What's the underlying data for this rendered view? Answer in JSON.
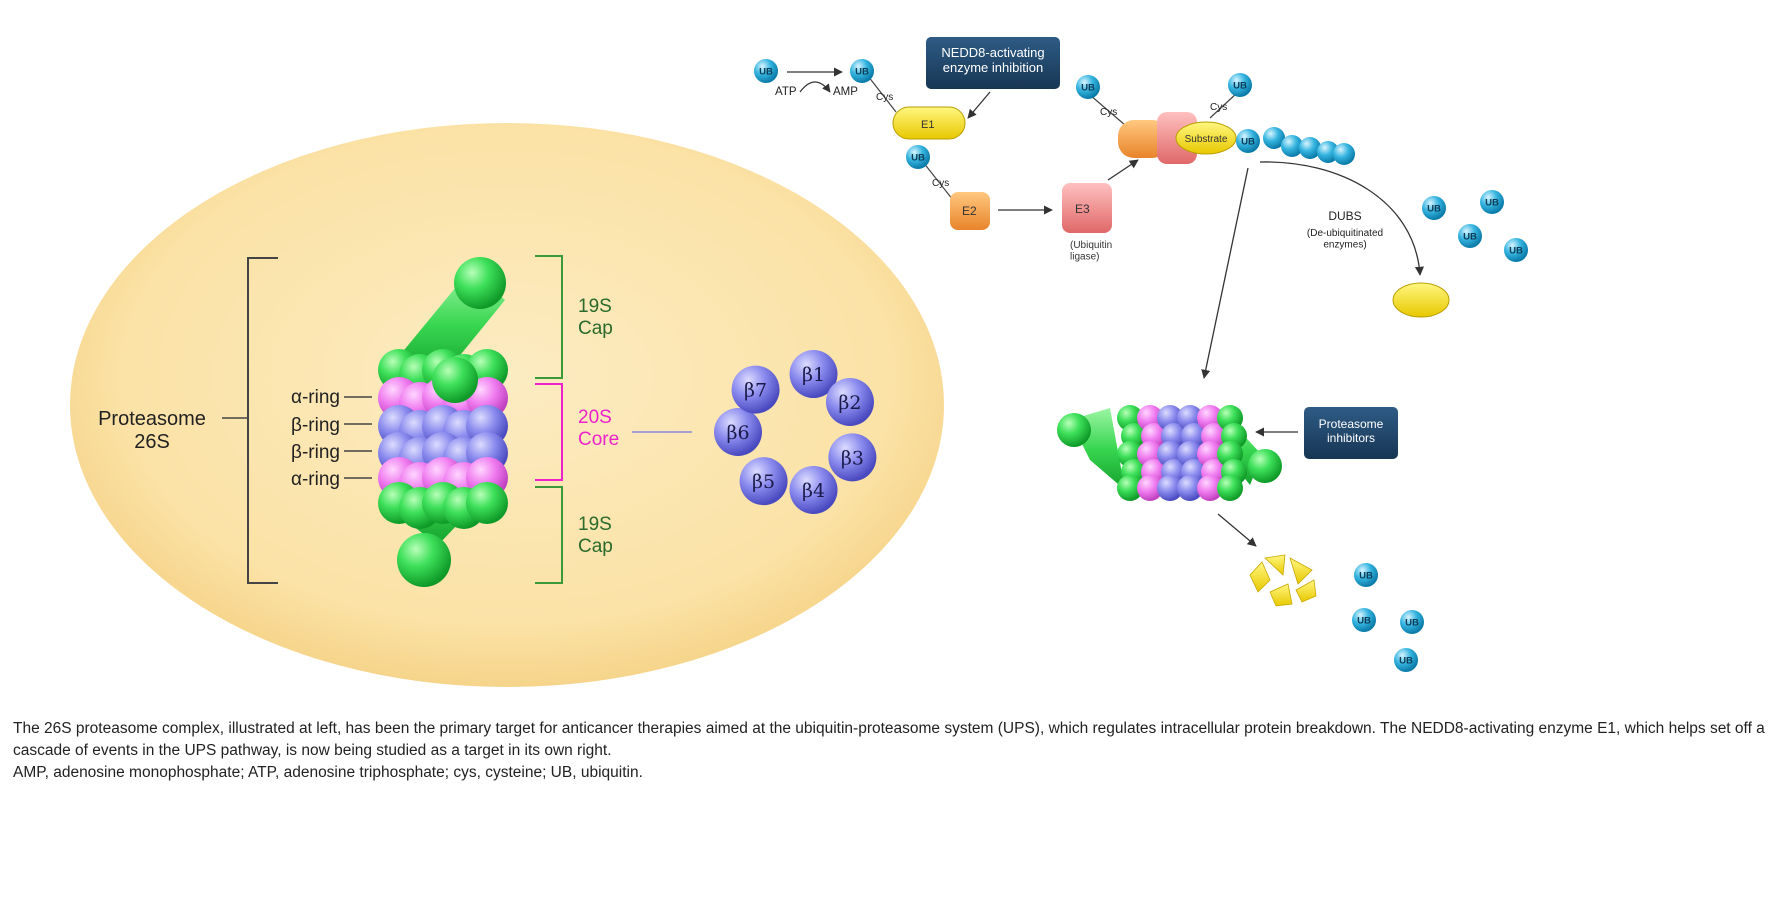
{
  "left_panel": {
    "title": "Proteasome\n26S",
    "ring_labels": [
      "α-ring",
      "β-ring",
      "β-ring",
      "α-ring"
    ],
    "top_cap_label": "19S\nCap",
    "core_label": "20S\nCore",
    "bottom_cap_label": "19S\nCap",
    "beta_subunits": [
      "β1",
      "β2",
      "β3",
      "β4",
      "β5",
      "β6",
      "β7"
    ],
    "colors": {
      "alpha": "#33dd55",
      "beta_pink": "#ee77ee",
      "beta_blue": "#8080ee",
      "cap_bracket": "#3a9a3a",
      "core_text": "#ee22cc",
      "cell": "#fbe3a8"
    }
  },
  "pathway": {
    "ub": "UB",
    "atp": "ATP",
    "amp": "AMP",
    "cys": "Cys",
    "e1": "E1",
    "e2": "E2",
    "e3": "E3",
    "e3_note": "(Ubiquitin\nligase)",
    "substrate": "Substrate",
    "nedd8_box": "NEDD8-activating\nenzyme inhibition",
    "dubs_title": "DUBS",
    "dubs_note": "(De-ubiquitinated\nenzymes)",
    "proteasome_inhibitors_box": "Proteasome\ninhibitors",
    "colors": {
      "ub": "#29aad8",
      "e1": "#f5e000",
      "e2": "#f5a040",
      "e3": "#f08a8a",
      "box": "#1d4466"
    }
  },
  "caption": {
    "paragraph1": "The 26S proteasome complex, illustrated at left, has been the primary target for anticancer therapies aimed at the ubiquitin-proteasome system (UPS), which regulates intracellular protein breakdown. The NEDD8-activating enzyme E1, which helps set off a cascade of events in the UPS pathway, is now being studied as a target in its own right.",
    "paragraph2": "AMP, adenosine monophosphate; ATP, adenosine triphosphate; cys, cysteine; UB, ubiquitin."
  }
}
